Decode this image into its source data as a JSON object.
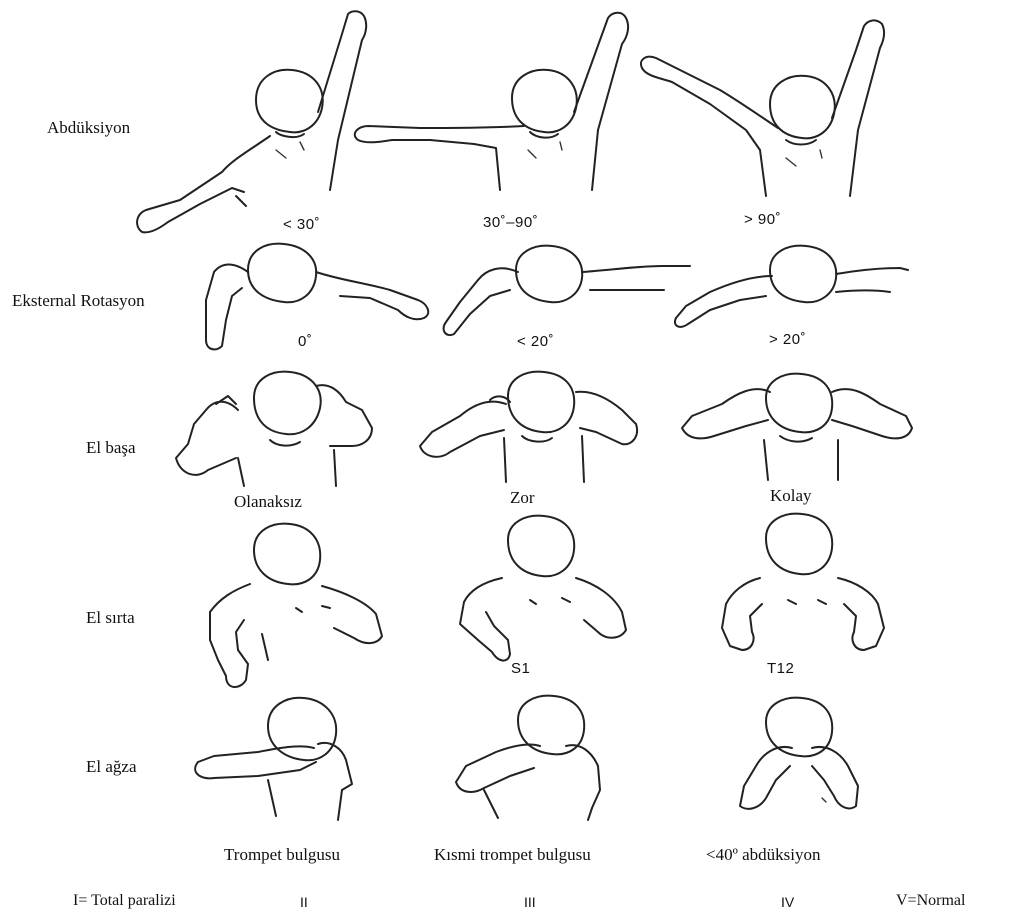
{
  "rows": [
    {
      "label": "Abdüksiyon",
      "captions": [
        "< 30˚",
        "30˚–90˚",
        "> 90˚"
      ],
      "figure_icons": [
        "child-arm-abduction-less-than-30-icon",
        "child-arm-abduction-30-to-90-icon",
        "child-arm-abduction-over-90-icon"
      ]
    },
    {
      "label": "Eksternal Rotasyon",
      "captions": [
        "0˚",
        "< 20˚",
        "> 20˚"
      ],
      "figure_icons": [
        "child-external-rotation-0-icon",
        "child-external-rotation-less-than-20-icon",
        "child-external-rotation-over-20-icon"
      ]
    },
    {
      "label": "El başa",
      "captions": [
        "Olanaksız",
        "Zor",
        "Kolay"
      ],
      "figure_icons": [
        "child-hand-to-head-impossible-icon",
        "child-hand-to-head-difficult-icon",
        "child-hand-to-head-easy-icon"
      ]
    },
    {
      "label": "El sırta",
      "captions": [
        "",
        "S1",
        "T12"
      ],
      "figure_icons": [
        "child-hand-to-back-none-icon",
        "child-hand-to-back-s1-icon",
        "child-hand-to-back-t12-icon"
      ]
    },
    {
      "label": "El ağza",
      "captions": [
        "Trompet bulgusu",
        "Kısmi trompet bulgusu",
        "<40º abdüksiyon"
      ],
      "figure_icons": [
        "child-hand-to-mouth-trumpet-sign-icon",
        "child-hand-to-mouth-partial-trumpet-icon",
        "child-hand-to-mouth-under-40-abduction-icon"
      ]
    }
  ],
  "grades": [
    "I= Total paralizi",
    "II",
    "III",
    "IV",
    "V=Normal"
  ]
}
